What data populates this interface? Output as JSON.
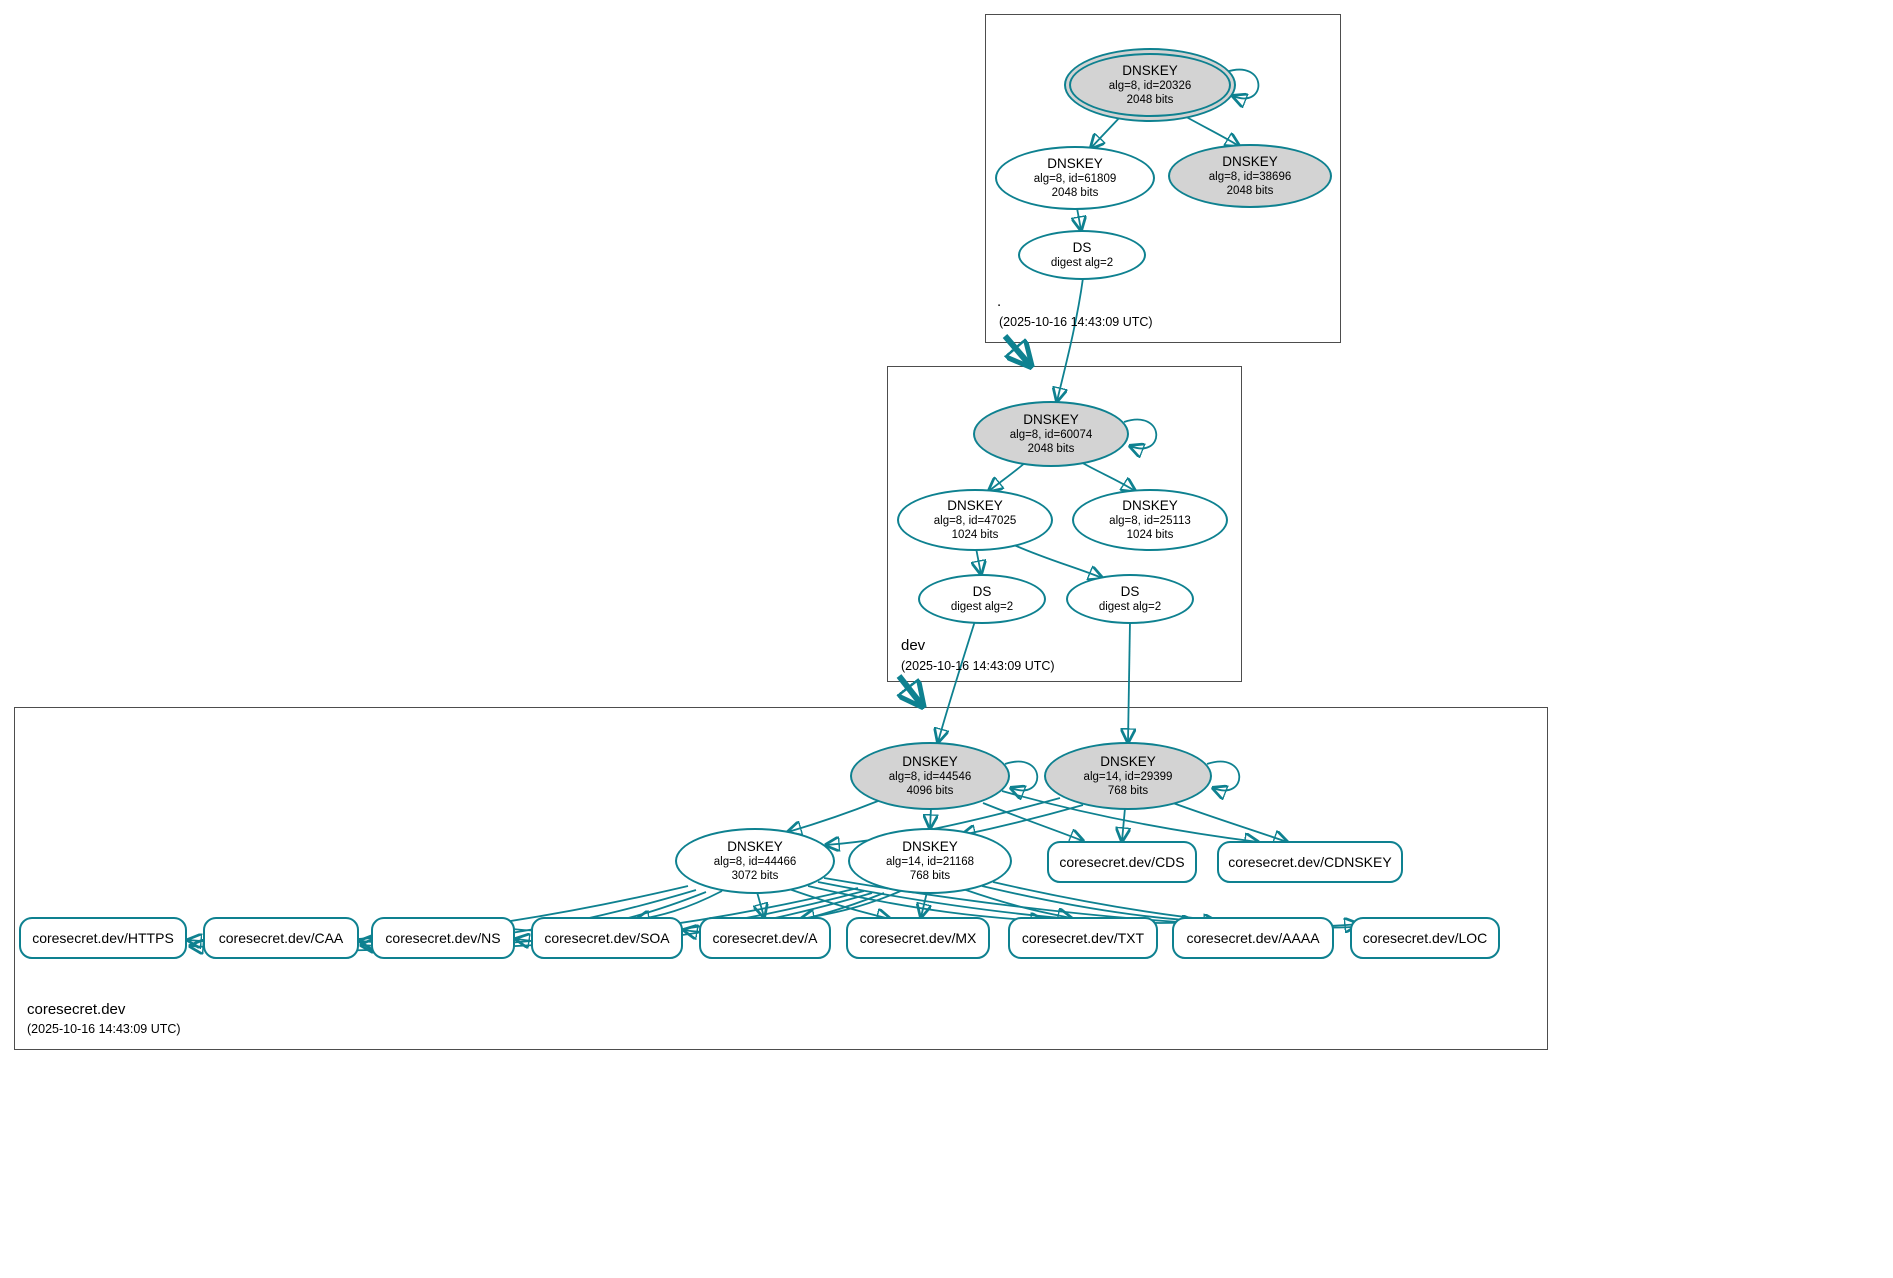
{
  "colors": {
    "accent_teal": "#0e8190",
    "sep_key_fill": "#d3d3d3"
  },
  "zones": {
    "root": {
      "label": ".",
      "timestamp": "(2025-10-16 14:43:09 UTC)",
      "ksk": {
        "title": "DNSKEY",
        "meta": "alg=8, id=20326",
        "bits": "2048 bits"
      },
      "zsk": {
        "title": "DNSKEY",
        "meta": "alg=8, id=61809",
        "bits": "2048 bits"
      },
      "ksk2": {
        "title": "DNSKEY",
        "meta": "alg=8, id=38696",
        "bits": "2048 bits"
      },
      "ds": {
        "title": "DS",
        "meta": "digest alg=2"
      }
    },
    "dev": {
      "label": "dev",
      "timestamp": "(2025-10-16 14:43:09 UTC)",
      "ksk": {
        "title": "DNSKEY",
        "meta": "alg=8, id=60074",
        "bits": "2048 bits"
      },
      "zsk1": {
        "title": "DNSKEY",
        "meta": "alg=8, id=47025",
        "bits": "1024 bits"
      },
      "zsk2": {
        "title": "DNSKEY",
        "meta": "alg=8, id=25113",
        "bits": "1024 bits"
      },
      "ds1": {
        "title": "DS",
        "meta": "digest alg=2"
      },
      "ds2": {
        "title": "DS",
        "meta": "digest alg=2"
      }
    },
    "coresecret": {
      "label": "coresecret.dev",
      "timestamp": "(2025-10-16 14:43:09 UTC)",
      "ksk1": {
        "title": "DNSKEY",
        "meta": "alg=8, id=44546",
        "bits": "4096 bits"
      },
      "ksk2": {
        "title": "DNSKEY",
        "meta": "alg=14, id=29399",
        "bits": "768 bits"
      },
      "zsk1": {
        "title": "DNSKEY",
        "meta": "alg=8, id=44466",
        "bits": "3072 bits"
      },
      "zsk2": {
        "title": "DNSKEY",
        "meta": "alg=14, id=21168",
        "bits": "768 bits"
      },
      "rrsets": {
        "cds": "coresecret.dev/CDS",
        "cdnskey": "coresecret.dev/CDNSKEY",
        "https": "coresecret.dev/HTTPS",
        "caa": "coresecret.dev/CAA",
        "ns": "coresecret.dev/NS",
        "soa": "coresecret.dev/SOA",
        "a": "coresecret.dev/A",
        "mx": "coresecret.dev/MX",
        "txt": "coresecret.dev/TXT",
        "aaaa": "coresecret.dev/AAAA",
        "loc": "coresecret.dev/LOC"
      }
    }
  }
}
